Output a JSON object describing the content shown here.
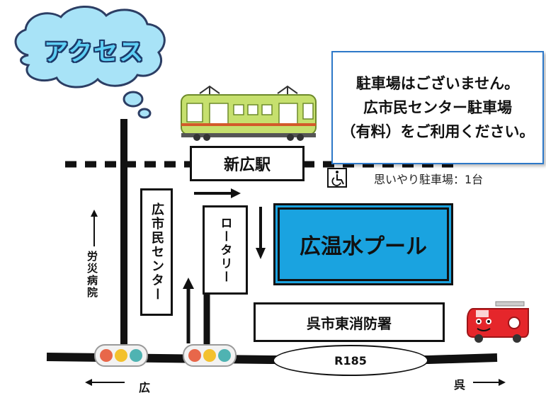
{
  "bubble": {
    "title": "アクセス"
  },
  "notice": {
    "lines": [
      "駐車場はございません。",
      "広市民センター駐車場",
      "（有料）をご利用ください。"
    ]
  },
  "stations": {
    "shinhiro": "新広駅"
  },
  "buildings": {
    "civic_center": "広市民センター",
    "rotary": "ロータリー",
    "pool": "広温水プール",
    "fire_station": "呉市東消防署",
    "hospital": "労災病院"
  },
  "parking": {
    "label": "思いやり駐車場：1台",
    "icon": "wheelchair-icon"
  },
  "roads": {
    "r185": "R185"
  },
  "directions": {
    "left": "広",
    "right": "呉"
  },
  "colors": {
    "pool": "#1aa3e0",
    "bubble": "#a8e3f7",
    "title_text": "#5fd0f5",
    "train": "#c6e06e",
    "notice_border": "#2d78c8",
    "fire_truck": "#e5262b"
  }
}
